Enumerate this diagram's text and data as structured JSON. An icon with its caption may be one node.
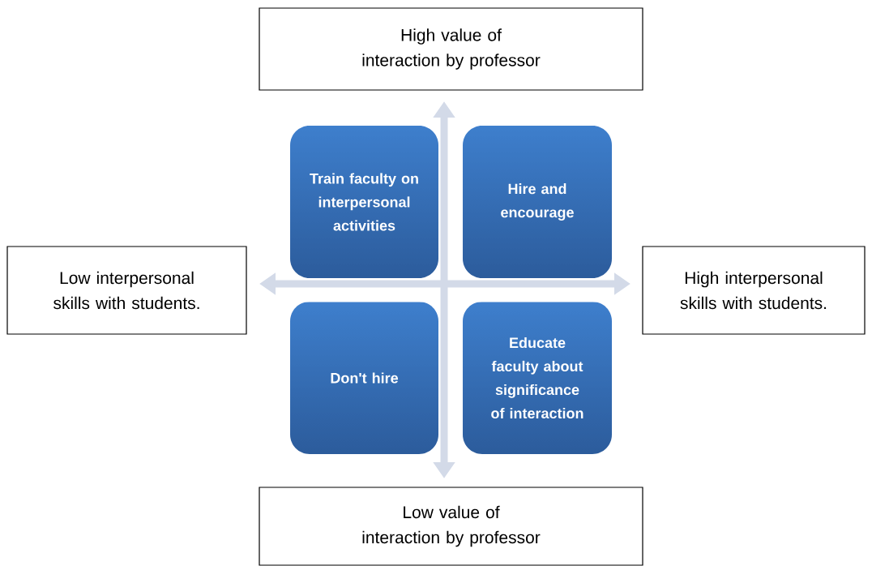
{
  "diagram": {
    "nodes": [
      {
        "text": [
          "High value of interaction by professor"
        ]
      },
      {
        "text": [
          "Train faculty on interpersonal activities"
        ]
      },
      {
        "text": [
          "Hire and encourage"
        ]
      },
      {
        "text": [
          "Low interpersonal skills with students."
        ]
      },
      {
        "text": [
          "High interpersonal skills with students."
        ]
      },
      {
        "text": [
          "Don't hire"
        ]
      },
      {
        "text": [
          "Educate faculty about significance of interaction"
        ]
      },
      {
        "text": [
          "Low value of interaction by professor"
        ]
      }
    ]
  }
}
